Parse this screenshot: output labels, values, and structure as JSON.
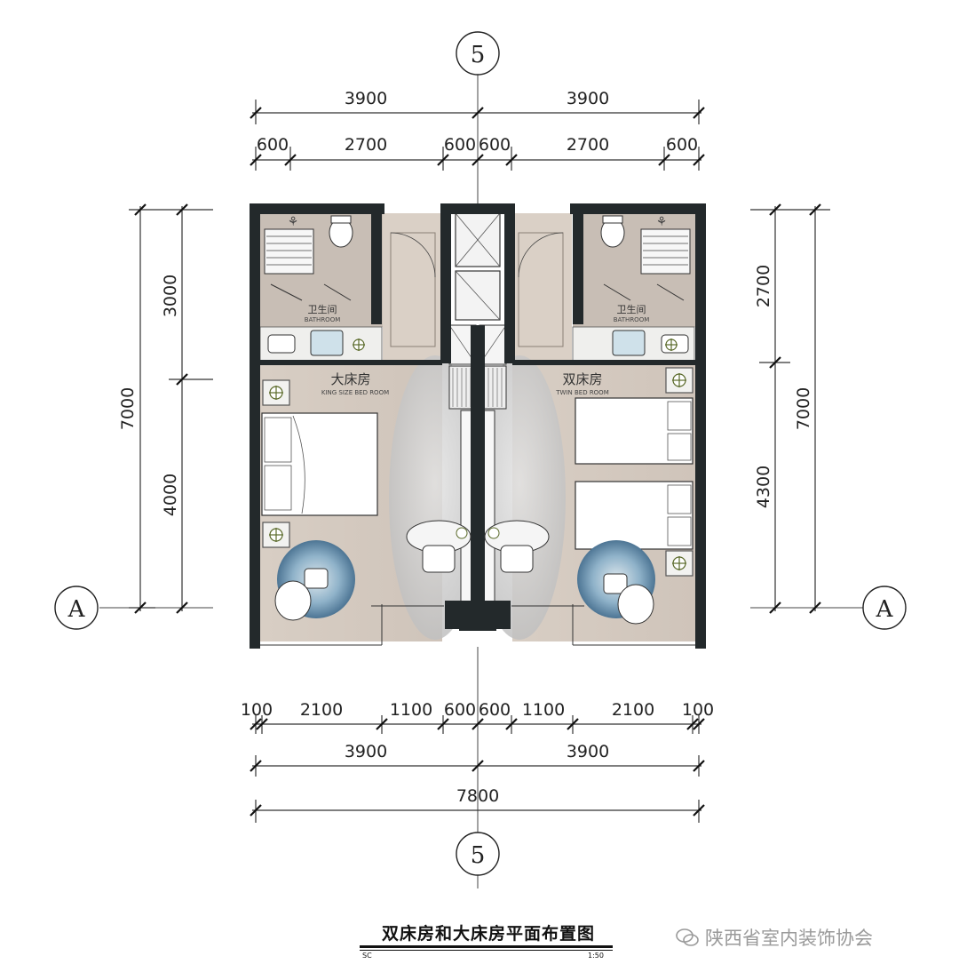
{
  "title": "双床房和大床房平面布置图",
  "scale_prefix": "SC",
  "scale": "1:50",
  "watermark": "陕西省室内装饰协会",
  "axes": {
    "grid_5": "5",
    "grid_a": "A"
  },
  "rooms": {
    "king": {
      "cn": "大床房",
      "en": "KING SIZE BED ROOM"
    },
    "twin": {
      "cn": "双床房",
      "en": "TWIN BED ROOM"
    },
    "bath_left": {
      "cn": "卫生间",
      "en": "BATHROOM"
    },
    "bath_right": {
      "cn": "卫生间",
      "en": "BATHROOM"
    }
  },
  "dimensions": {
    "top_total": [
      "3900",
      "3900"
    ],
    "top_detail": [
      "600",
      "2700",
      "600",
      "600",
      "2700",
      "600"
    ],
    "bottom_detail": [
      "100",
      "2100",
      "1100",
      "600",
      "600",
      "1100",
      "2100",
      "100"
    ],
    "bottom_mid": [
      "3900",
      "3900"
    ],
    "bottom_total": "7800",
    "left_total": "7000",
    "left_detail": [
      "3000",
      "4000"
    ],
    "right_total": "7000",
    "right_detail": [
      "2700",
      "4300"
    ]
  },
  "colors": {
    "wall": "#23292b",
    "floor_wood": "#d9cfc6",
    "floor_marble": "#cfcfcf",
    "bathroom_floor": "#c9bfb7",
    "rug_blue": "#6f93b0"
  }
}
